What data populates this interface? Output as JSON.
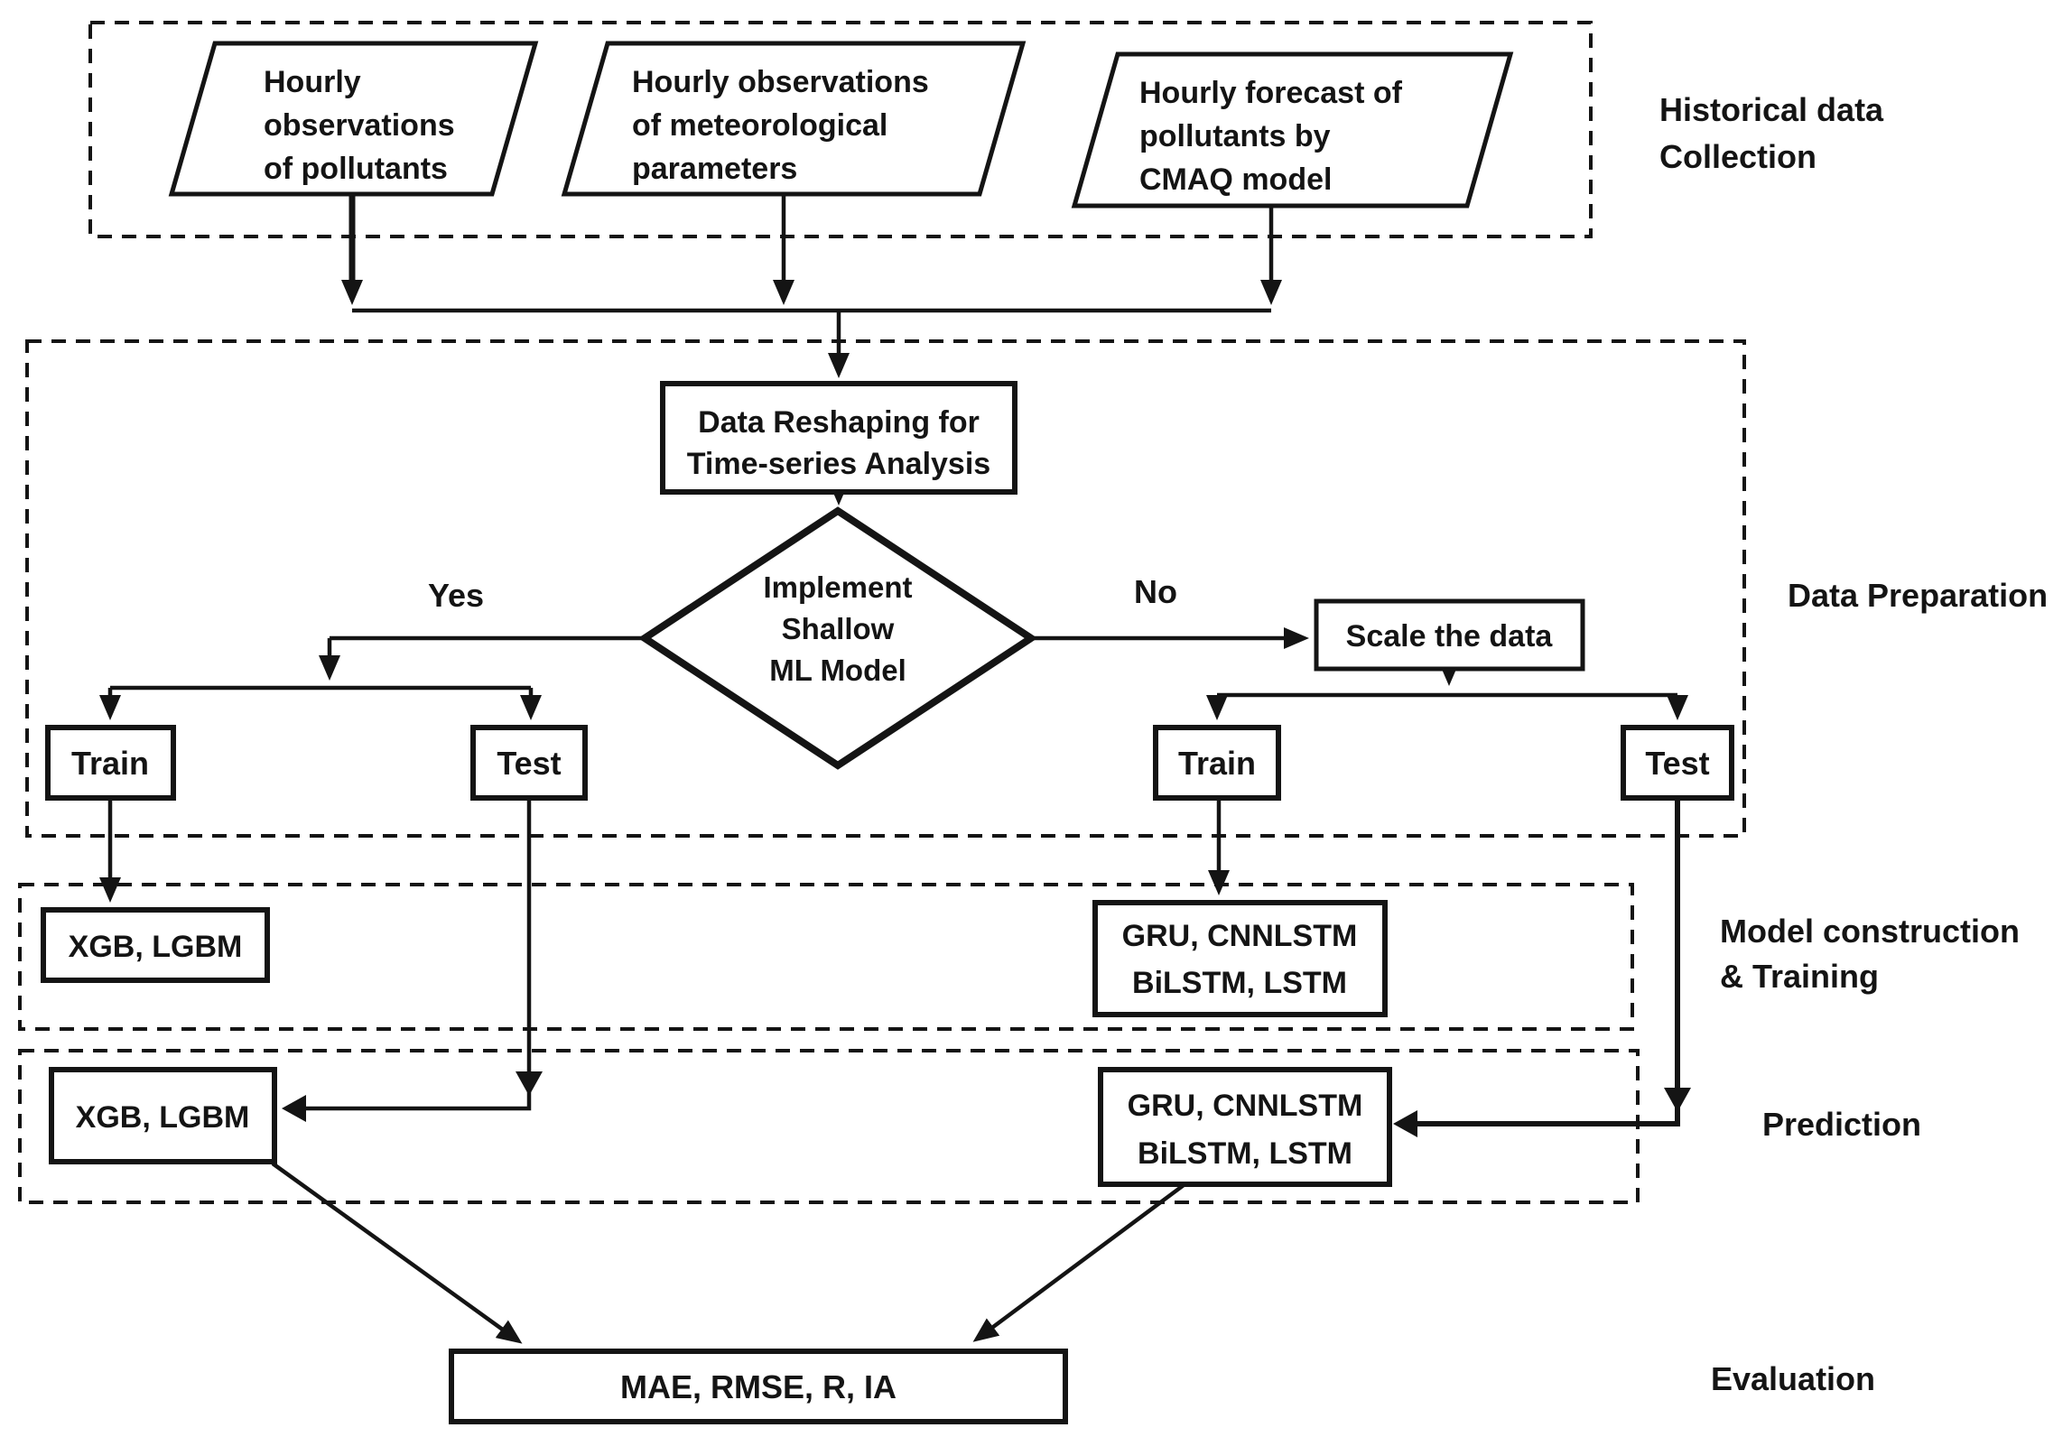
{
  "colors": {
    "ink": "#141414",
    "background": "#ffffff"
  },
  "sections": {
    "historical": {
      "label_line1": "Historical data",
      "label_line2": "Collection"
    },
    "preparation": {
      "label": "Data Preparation"
    },
    "model": {
      "label_line1": "Model construction",
      "label_line2": "& Training"
    },
    "prediction": {
      "label": "Prediction"
    },
    "evaluation": {
      "label": "Evaluation"
    }
  },
  "nodes": {
    "input_pollutants": {
      "line1": "Hourly",
      "line2": "observations",
      "line3": "of pollutants"
    },
    "input_meteorological": {
      "line1": "Hourly observations",
      "line2": "of meteorological",
      "line3": "parameters"
    },
    "input_cmaq": {
      "line1": "Hourly forecast of",
      "line2": "pollutants by",
      "line3": "CMAQ model"
    },
    "reshape": {
      "line1": "Data Reshaping for",
      "line2": "Time-series Analysis"
    },
    "decision": {
      "line1": "Implement",
      "line2": "Shallow",
      "line3": "ML Model"
    },
    "scale": {
      "label": "Scale the data"
    },
    "train_left": {
      "label": "Train"
    },
    "test_left": {
      "label": "Test"
    },
    "train_right": {
      "label": "Train"
    },
    "test_right": {
      "label": "Test"
    },
    "shallow_models_training": {
      "label": "XGB, LGBM"
    },
    "deep_models_training": {
      "line1": "GRU, CNNLSTM",
      "line2": "BiLSTM, LSTM"
    },
    "shallow_models_prediction": {
      "label": "XGB, LGBM"
    },
    "deep_models_prediction": {
      "line1": "GRU, CNNLSTM",
      "line2": "BiLSTM, LSTM"
    },
    "evaluation_metrics": {
      "label": "MAE, RMSE, R, IA"
    }
  },
  "edges": {
    "yes_label": "Yes",
    "no_label": "No"
  }
}
